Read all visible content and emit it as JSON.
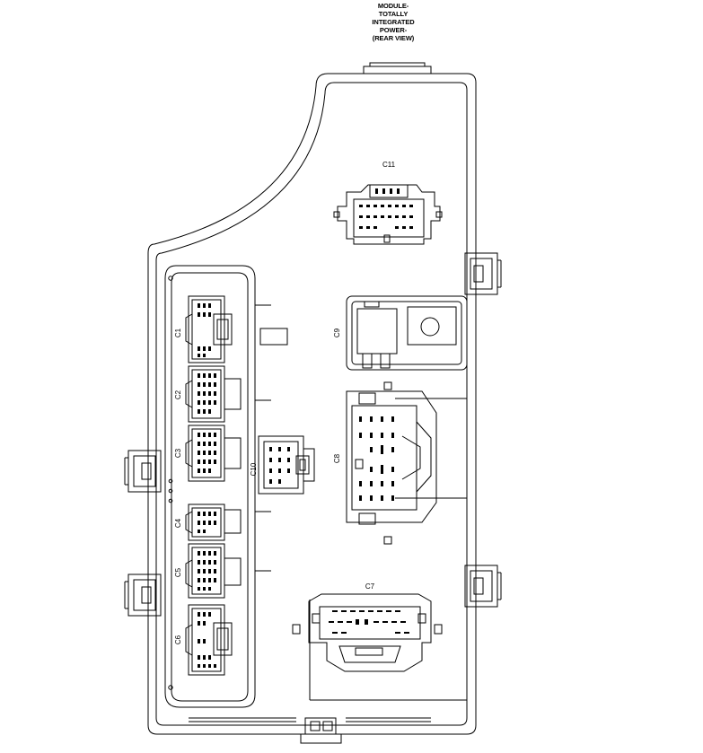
{
  "title": {
    "lines": [
      "MODULE-",
      "TOTALLY",
      "INTEGRATED",
      "POWER-",
      "(REAR VIEW)"
    ]
  },
  "connectors": {
    "c1": "C1",
    "c2": "C2",
    "c3": "C3",
    "c4": "C4",
    "c5": "C5",
    "c6": "C6",
    "c7": "C7",
    "c8": "C8",
    "c9": "C9",
    "c10": "C10",
    "c11": "C11"
  }
}
